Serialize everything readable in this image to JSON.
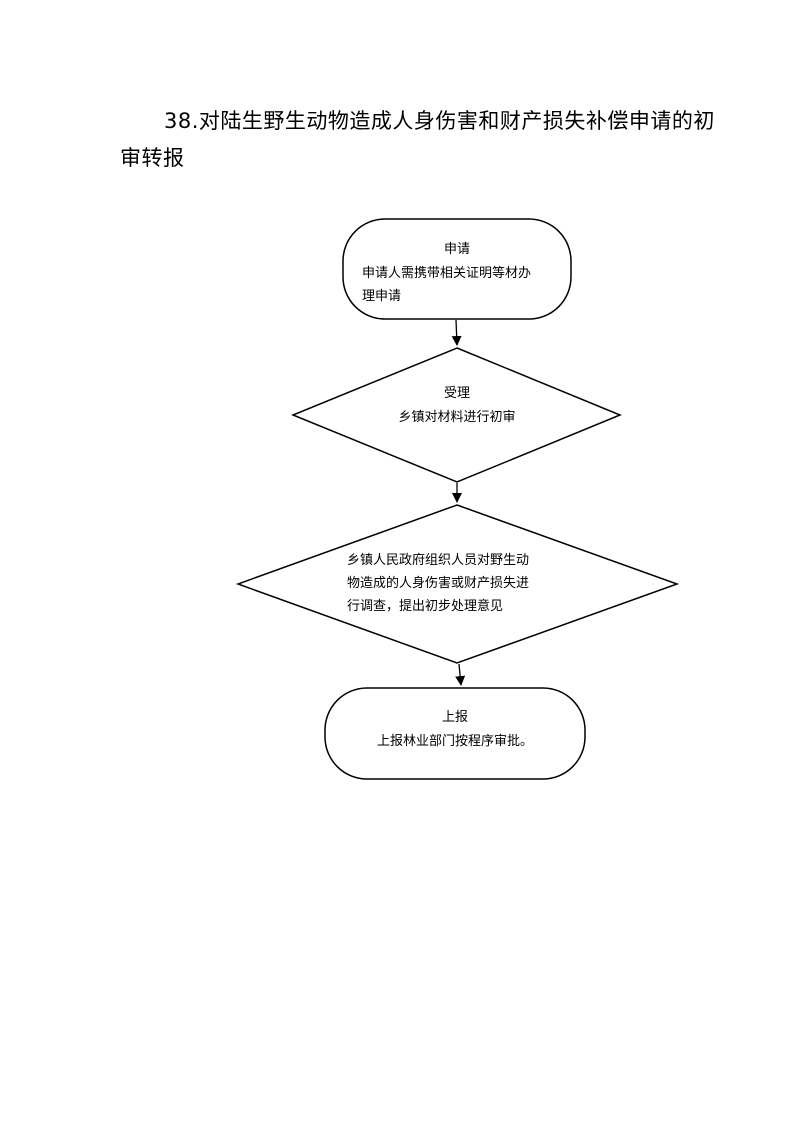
{
  "document": {
    "title": "38.对陆生野生动物造成人身伤害和财产损失补偿申请的初审转报"
  },
  "flowchart": {
    "nodes": [
      {
        "id": "apply",
        "shape": "rounded-rectangle",
        "heading": "申请",
        "lines": [
          "申请人需携带相关证明等材办",
          "理申请"
        ]
      },
      {
        "id": "accept",
        "shape": "diamond",
        "heading": "受理",
        "lines": [
          "乡镇对材料进行初审"
        ]
      },
      {
        "id": "investigate",
        "shape": "diamond",
        "heading": "",
        "lines": [
          "乡镇人民政府组织人员对野生动",
          "物造成的人身伤害或财产损失进",
          "行调查，提出初步处理意见"
        ]
      },
      {
        "id": "report",
        "shape": "rounded-rectangle",
        "heading": "上报",
        "lines": [
          "上报林业部门按程序审批。"
        ]
      }
    ],
    "edges": [
      {
        "from": "apply",
        "to": "accept"
      },
      {
        "from": "accept",
        "to": "investigate"
      },
      {
        "from": "investigate",
        "to": "report"
      }
    ],
    "colors": {
      "stroke": "#000000",
      "fill": "#ffffff",
      "text": "#000000"
    }
  }
}
